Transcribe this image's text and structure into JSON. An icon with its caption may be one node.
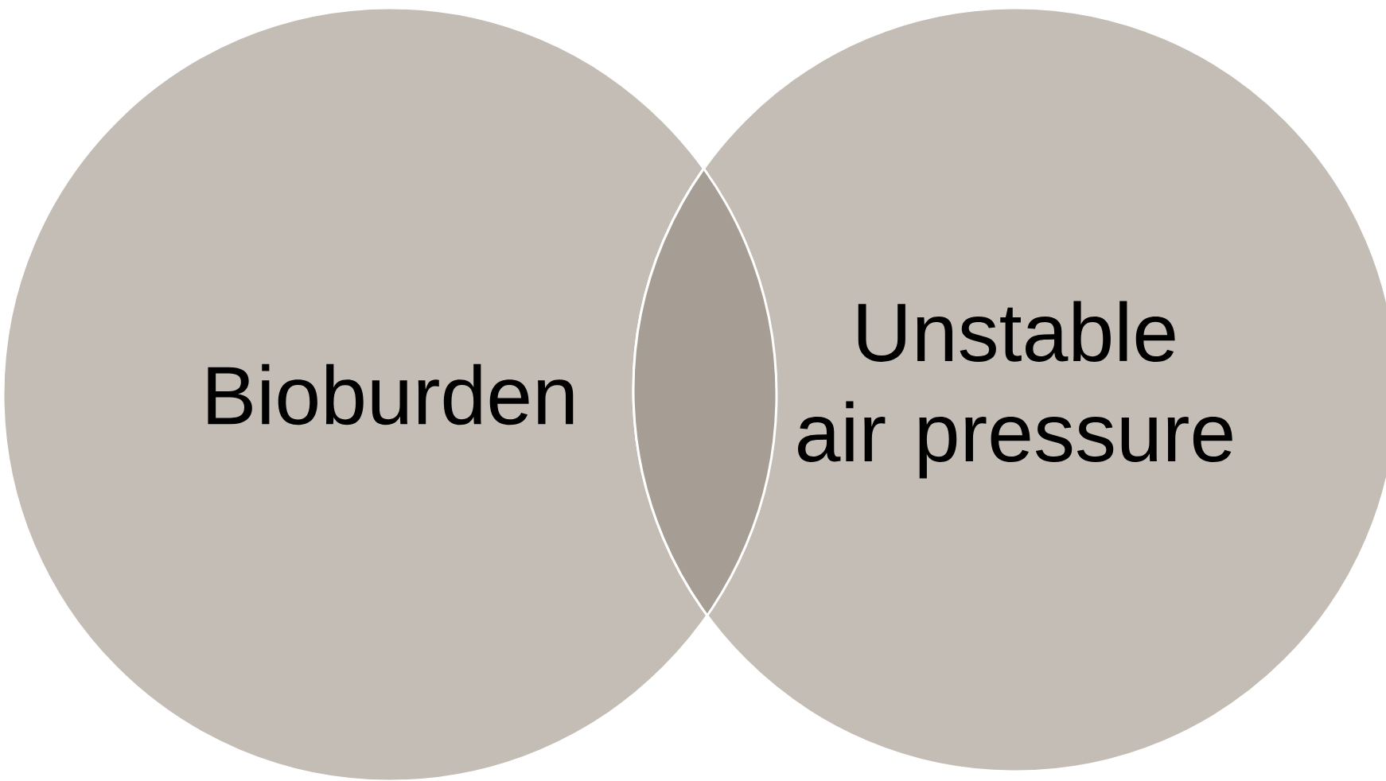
{
  "diagram": {
    "nodes": [
      {
        "text": [
          "Bioburden"
        ]
      },
      {
        "text": [
          "Unstable air pressure"
        ]
      },
      {
        "text": [],
        "shape": "lens"
      }
    ]
  }
}
